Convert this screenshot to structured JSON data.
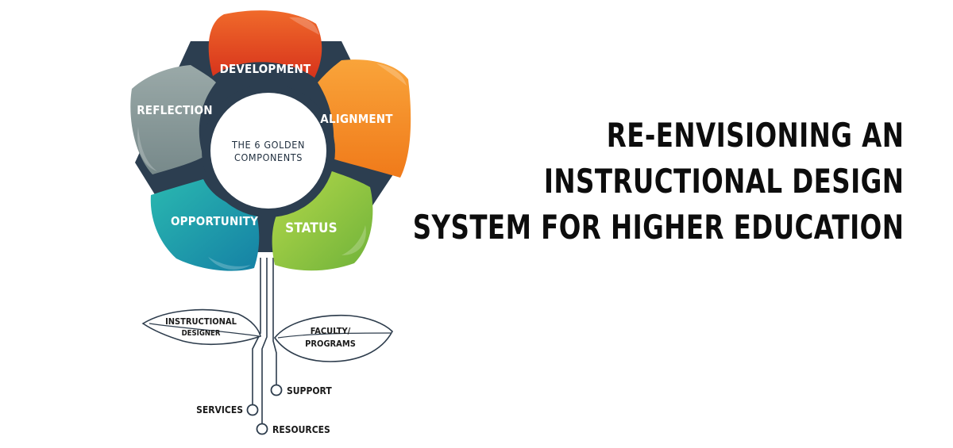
{
  "diagram": {
    "center": {
      "line1": "THE 6 GOLDEN",
      "line2": "COMPONENTS"
    },
    "petals": [
      {
        "label": "DEVELOPMENT",
        "color": "#e8431f"
      },
      {
        "label": "ALIGNMENT",
        "color": "#f58c1f"
      },
      {
        "label": "STATUS",
        "color": "#8dc63f"
      },
      {
        "label": "OPPORTUNITY",
        "color": "#1ea0a3"
      },
      {
        "label": "REFLECTION",
        "color": "#8a9a99"
      }
    ],
    "leaves": {
      "left": {
        "line1": "INSTRUCTIONAL",
        "line2": "DESIGNER"
      },
      "right": {
        "line1": "FACULTY/",
        "line2": "PROGRAMS"
      }
    },
    "roots": {
      "support": "SUPPORT",
      "services": "SERVICES",
      "resources": "RESOURCES"
    }
  },
  "headline": {
    "line1": "RE-ENVISIONING AN",
    "line2": "INSTRUCTIONAL DESIGN",
    "line3": "SYSTEM FOR HIGHER EDUCATION"
  }
}
